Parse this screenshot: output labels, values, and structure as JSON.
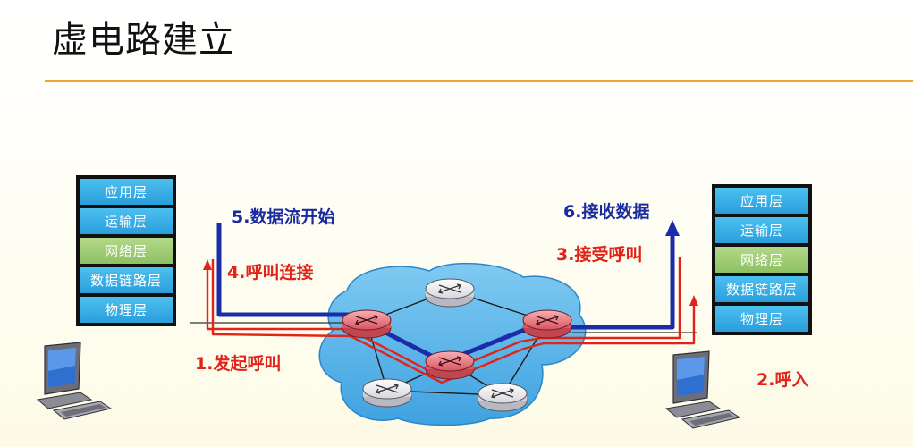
{
  "title": "虚电路建立",
  "left_stack": {
    "layers": [
      "应用层",
      "运输层",
      "网络层",
      "数据链路层",
      "物理层"
    ]
  },
  "right_stack": {
    "layers": [
      "应用层",
      "运输层",
      "网络层",
      "数据链路层",
      "物理层"
    ]
  },
  "steps": {
    "s1": "1.发起呼叫",
    "s2": "2.呼入",
    "s3": "3.接受呼叫",
    "s4": "4.呼叫连接",
    "s5": "5.数据流开始",
    "s6": "6.接收数据"
  },
  "colors": {
    "data_path": "#1c2ba8",
    "signal_path": "#e2231a",
    "cloud": "#5ab4ea",
    "router_active": "#e8707a",
    "router_idle": "#e6e6ec"
  },
  "icons": {
    "left_host": "computer-icon",
    "right_host": "computer-icon",
    "router": "router-icon"
  }
}
